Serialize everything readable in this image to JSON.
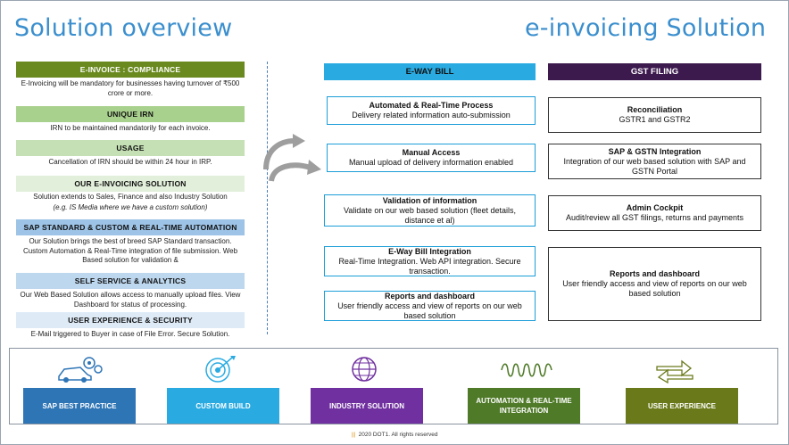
{
  "titles": {
    "left": "Solution overview",
    "right": "e-invoicing Solution"
  },
  "left": [
    {
      "heading": "E-INVOICE : COMPLIANCE",
      "text": "E-Invoicing will be mandatory for businesses having turnover of ₹500 crore or more."
    },
    {
      "heading": "UNIQUE IRN",
      "text": "IRN to be maintained mandatorily for each invoice."
    },
    {
      "heading": "USAGE",
      "text": "Cancellation of IRN should be within 24 hour in IRP."
    },
    {
      "heading": "OUR E-INVOICING SOLUTION",
      "text": "Solution extends to Sales, Finance and also Industry Solution",
      "note": "(e.g. IS Media where we have a custom solution)"
    },
    {
      "heading": "SAP STANDARD & CUSTOM & REAL-TIME AUTOMATION",
      "text": "Our Solution brings the best of breed SAP Standard transaction. Custom Automation & Real-Time integration of file submission. Web Based solution for validation &"
    },
    {
      "heading": "SELF SERVICE & ANALYTICS",
      "text": "Our Web Based Solution allows access to manually upload files. View Dashboard for status of processing."
    },
    {
      "heading": "USER EXPERIENCE & SECURITY",
      "text": "E-Mail triggered to Buyer in case of File Error. Secure Solution."
    }
  ],
  "eway": {
    "header": "E-WAY BILL",
    "boxes": [
      {
        "title": "Automated & Real-Time Process",
        "text": "Delivery related information auto-submission"
      },
      {
        "title": "Manual Access",
        "text": "Manual upload of delivery information enabled"
      },
      {
        "title": "Validation of information",
        "text": "Validate on our web based solution (fleet details, distance et al)"
      },
      {
        "title": "E-Way Bill Integration",
        "text": "Real-Time Integration. Web API integration. Secure transaction."
      },
      {
        "title": "Reports and dashboard",
        "text": "User friendly access and view of reports on our web based solution"
      }
    ]
  },
  "gst": {
    "header": "GST FILING",
    "boxes": [
      {
        "title": "Reconciliation",
        "text": "GSTR1 and GSTR2"
      },
      {
        "title": "SAP & GSTN  Integration",
        "text": "Integration of our web based solution with SAP and GSTN Portal"
      },
      {
        "title": "Admin Cockpit",
        "text": "Audit/review all GST filings, returns and payments"
      },
      {
        "title": "Reports and dashboard",
        "text": "User friendly access and view of reports on our web based solution"
      }
    ]
  },
  "pillars": [
    {
      "label": "SAP BEST PRACTICE",
      "icon": "car-gears-icon"
    },
    {
      "label": "CUSTOM BUILD",
      "icon": "target-icon"
    },
    {
      "label": "INDUSTRY SOLUTION",
      "icon": "globe-network-icon"
    },
    {
      "label": "AUTOMATION & REAL-TIME INTEGRATION",
      "icon": "coil-spring-icon"
    },
    {
      "label": "USER EXPERIENCE",
      "icon": "arrows-exchange-icon"
    }
  ],
  "colors": {
    "title": "#3b8fce",
    "eway_header": "#29abe2",
    "gst_header": "#3d1a4e",
    "left_bars": [
      "#6a8a1f",
      "#a9d18e",
      "#c5e0b4",
      "#e2efda",
      "#9dc3e6",
      "#bdd7ee",
      "#deebf7"
    ],
    "pillar_tiles": [
      "#2e75b6",
      "#29abe2",
      "#7030a0",
      "#4f7a28",
      "#6a7a1a"
    ]
  },
  "footer": {
    "separator": "|||",
    "text": "2020 DOT1. All rights reserved"
  }
}
